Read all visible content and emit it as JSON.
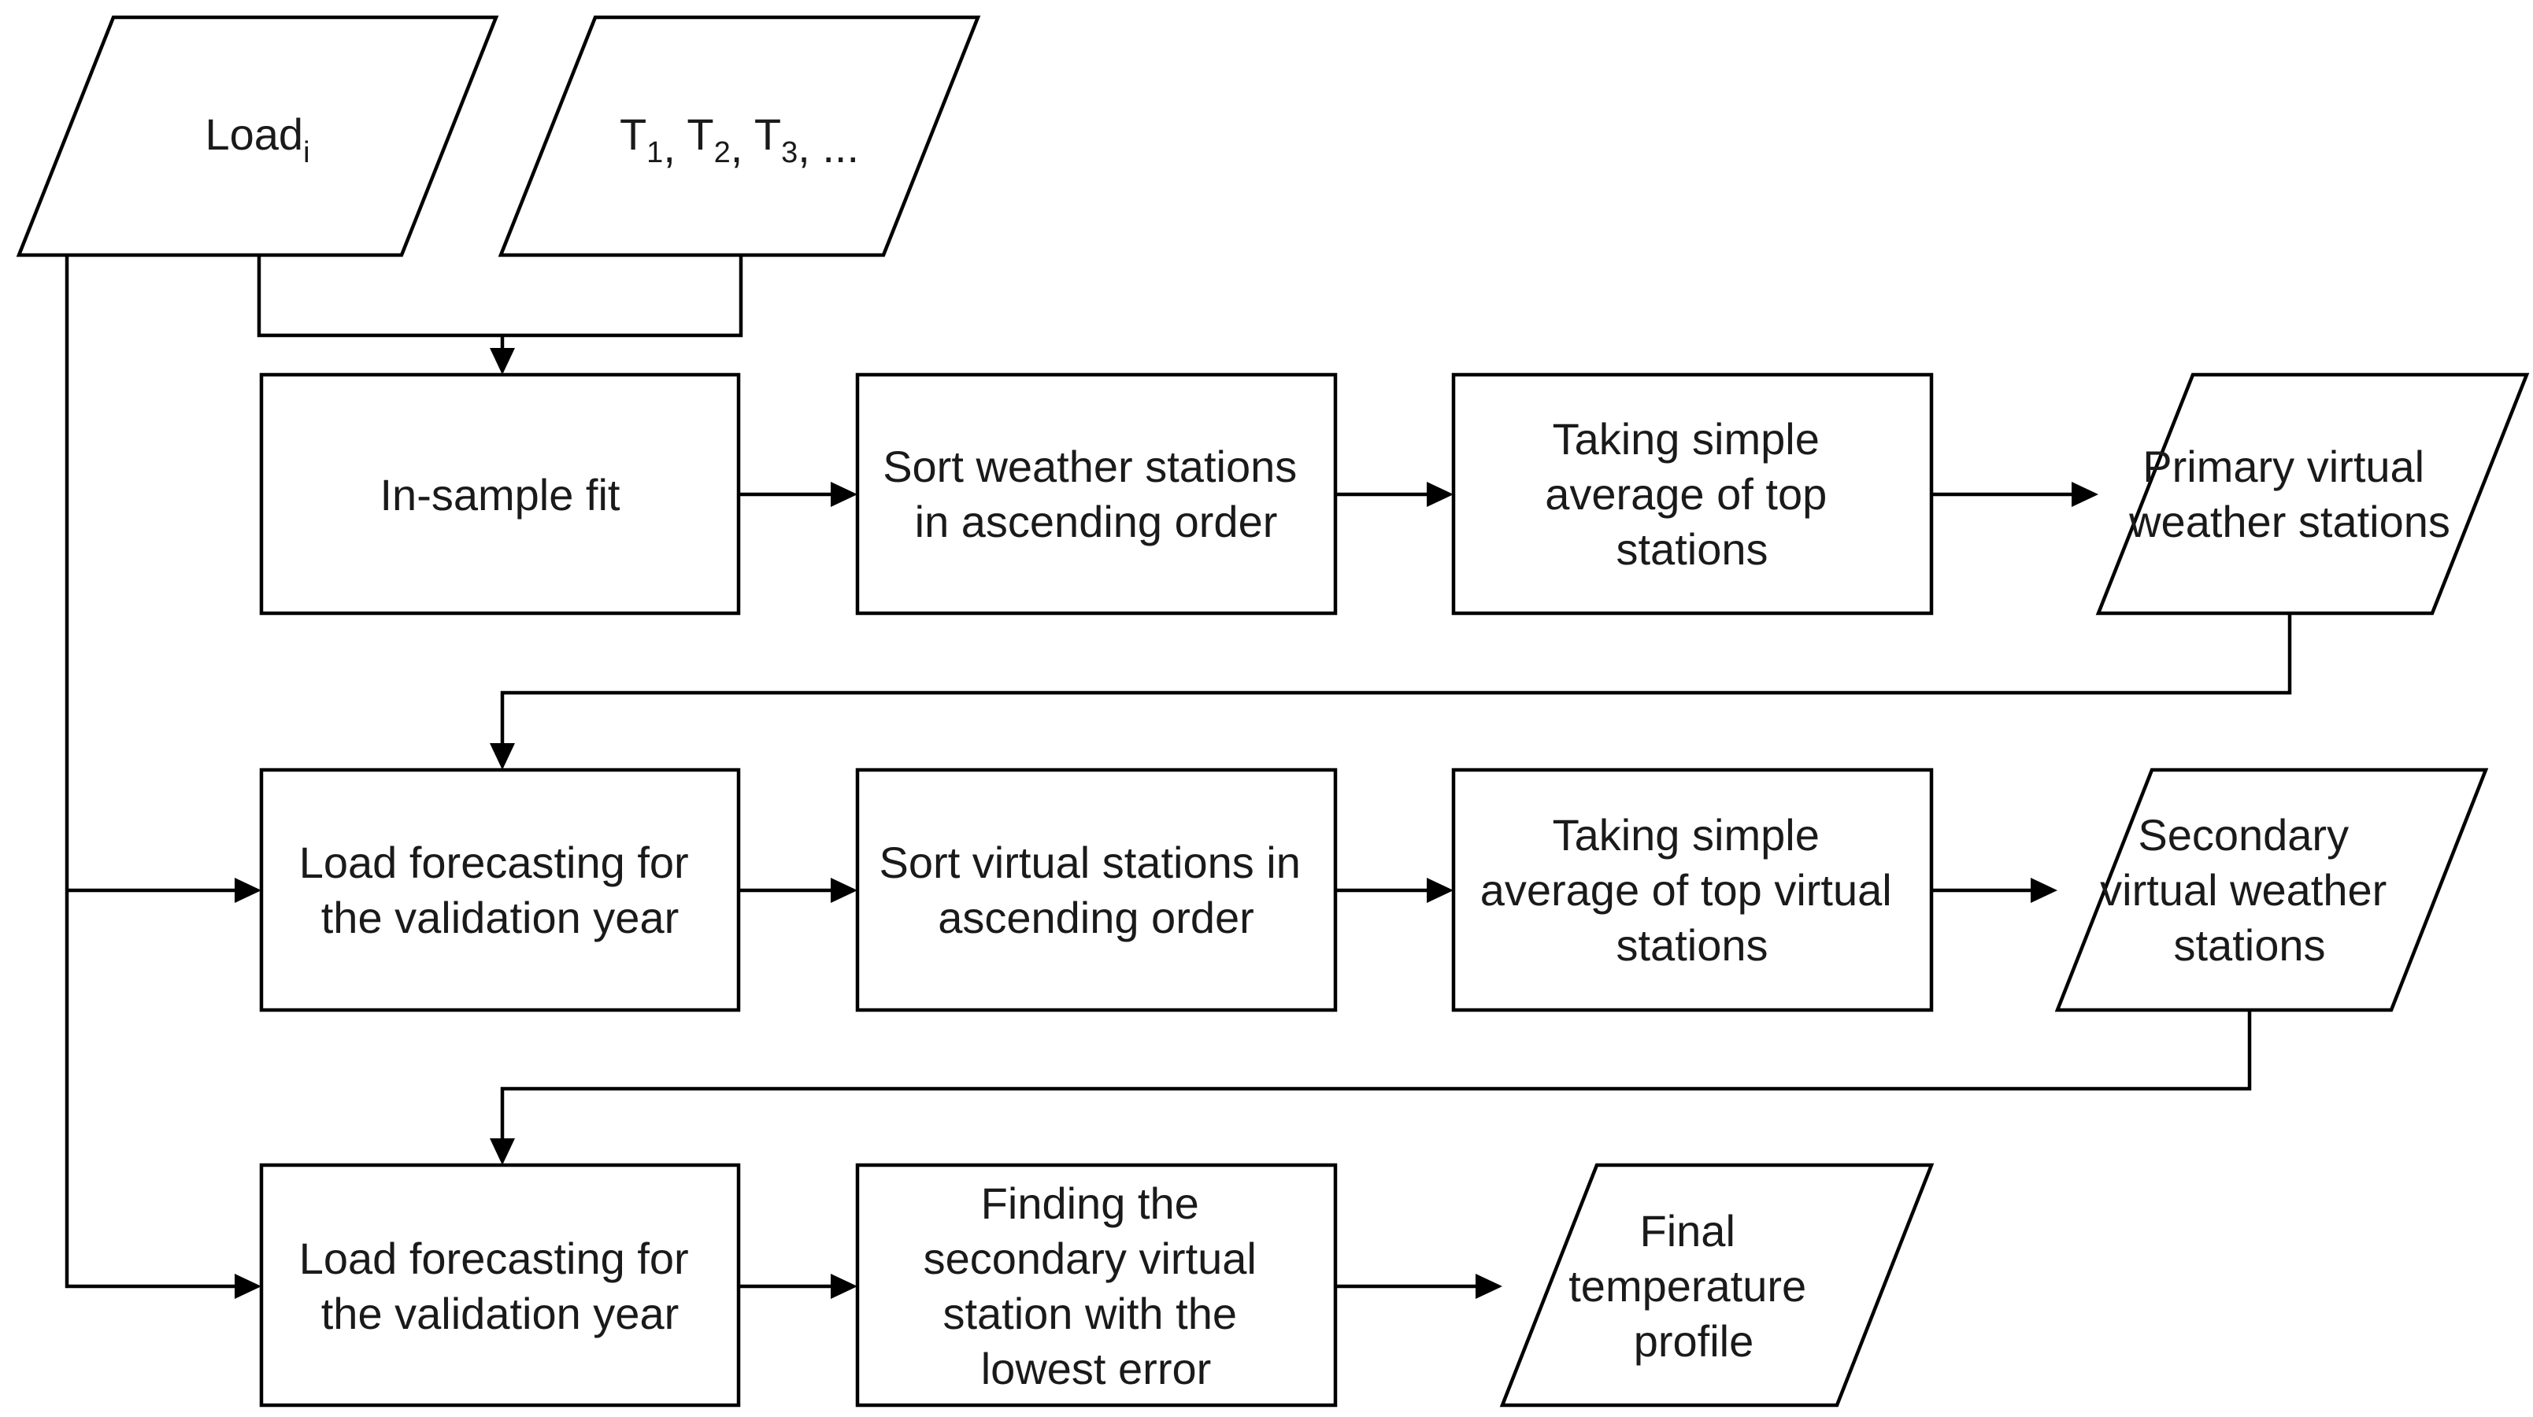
{
  "inputs": {
    "load": {
      "label": "Load",
      "subscript": "i"
    },
    "temperatures": {
      "items": [
        {
          "label": "T",
          "subscript": "1",
          "separator": ", "
        },
        {
          "label": "T",
          "subscript": "2",
          "separator": ", "
        },
        {
          "label": "T",
          "subscript": "3",
          "separator": ", ..."
        }
      ]
    }
  },
  "row1": {
    "fit": "In-sample fit",
    "sort": [
      "Sort weather stations",
      "in ascending order"
    ],
    "average": [
      "Taking simple",
      "average of top",
      "stations"
    ],
    "output": [
      "Primary virtual",
      "weather stations"
    ]
  },
  "row2": {
    "forecast": [
      "Load forecasting for",
      "the validation year"
    ],
    "sort": [
      "Sort virtual stations in",
      "ascending order"
    ],
    "average": [
      "Taking simple",
      "average of top virtual",
      "stations"
    ],
    "output": [
      "Secondary",
      "virtual weather",
      "stations"
    ]
  },
  "row3": {
    "forecast": [
      "Load forecasting for",
      "the validation year"
    ],
    "find": [
      "Finding the",
      "secondary virtual",
      "station with the",
      "lowest error"
    ],
    "output": [
      "Final",
      "temperature",
      "profile"
    ]
  }
}
